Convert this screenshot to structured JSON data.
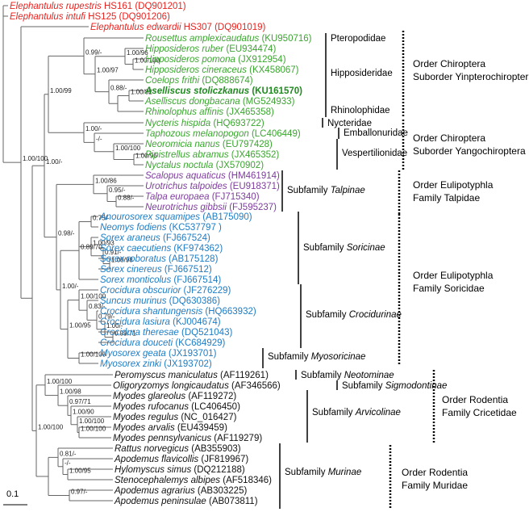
{
  "colors": {
    "outgroup": "#e8231f",
    "chiroptera": "#3aa52f",
    "target": "#1f8a1f",
    "talpidae": "#7e3c9e",
    "soricidae": "#1e7cc4",
    "rodentia": "#111111",
    "branch": "#666666"
  },
  "taxa": [
    {
      "sp": "Elephantulus rupestris",
      "acc": " HS161 (DQ901201)",
      "group": "outgroup"
    },
    {
      "sp": "Elephantulus intufi",
      "acc": " HS125 (DQ901206)",
      "group": "outgroup"
    },
    {
      "sp": "Elephantulus edwardii",
      "acc": " HS307 (DQ901019)",
      "group": "outgroup"
    },
    {
      "sp": "Rousettus amplexicaudatus",
      "acc": " (KU950716)",
      "group": "chiroptera"
    },
    {
      "sp": "Hipposideros ruber",
      "acc": " (EU934474)",
      "group": "chiroptera"
    },
    {
      "sp": "Hipposideros pomona",
      "acc": " (JX912954)",
      "group": "chiroptera"
    },
    {
      "sp": "Hipposideros cineraceus",
      "acc": " (KX458067)",
      "group": "chiroptera"
    },
    {
      "sp": "Coelops frithi",
      "acc": " (DQ888674)",
      "group": "chiroptera"
    },
    {
      "sp": "Aselliscus stoliczkanus",
      "acc": " (KU161570)",
      "group": "target",
      "bold": true
    },
    {
      "sp": "Aselliscus dongbacana",
      "acc": " (MG524933)",
      "group": "chiroptera"
    },
    {
      "sp": "Rhinolophus affinis",
      "acc": " (JX465358)",
      "group": "chiroptera"
    },
    {
      "sp": "Nycteris hispida",
      "acc": " (HQ693722)",
      "group": "chiroptera"
    },
    {
      "sp": "Taphozous melanopogon",
      "acc": " (LC406449)",
      "group": "chiroptera"
    },
    {
      "sp": "Neoromicia nanus",
      "acc": " (EU797428)",
      "group": "chiroptera"
    },
    {
      "sp": "Pipistrellus abramus",
      "acc": " (JX465352)",
      "group": "chiroptera"
    },
    {
      "sp": "Nyctalus noctula",
      "acc": " (JX570902)",
      "group": "chiroptera"
    },
    {
      "sp": "Scalopus aquaticus",
      "acc": " (HM461914)",
      "group": "talpidae"
    },
    {
      "sp": "Urotrichus talpoides",
      "acc": " (EU918371)",
      "group": "talpidae"
    },
    {
      "sp": "Talpa europaea",
      "acc": " (FJ715340)",
      "group": "talpidae"
    },
    {
      "sp": "Neurotrichus gibbsii",
      "acc": " (FJ595237)",
      "group": "talpidae"
    },
    {
      "sp": "Anourosorex squamipes",
      "acc": " (AB175090)",
      "group": "soricidae"
    },
    {
      "sp": "Neomys fodiens",
      "acc": " (KC537797 )",
      "group": "soricidae"
    },
    {
      "sp": "Sorex araneus",
      "acc": " (FJ667524)",
      "group": "soricidae"
    },
    {
      "sp": "Sorex caecutiens",
      "acc": " (KF974362)",
      "group": "soricidae"
    },
    {
      "sp": "Sorex roboratus",
      "acc": " (AB175128)",
      "group": "soricidae"
    },
    {
      "sp": "Sorex cinereus",
      "acc": " (FJ667512)",
      "group": "soricidae"
    },
    {
      "sp": "Sorex monticolus",
      "acc": " (FJ667514)",
      "group": "soricidae"
    },
    {
      "sp": "Crocidura obscurior",
      "acc": " (JF276229)",
      "group": "soricidae"
    },
    {
      "sp": "Suncus murinus",
      "acc": " (DQ630386)",
      "group": "soricidae"
    },
    {
      "sp": "Crocidura shantungensis",
      "acc": " (HQ663932)",
      "group": "soricidae"
    },
    {
      "sp": "Crocidura lasiura",
      "acc": " (KJ004674)",
      "group": "soricidae"
    },
    {
      "sp": "Crocidura theresae",
      "acc": " (DQ521043)",
      "group": "soricidae"
    },
    {
      "sp": "Crocidura douceti",
      "acc": " (KC684929)",
      "group": "soricidae"
    },
    {
      "sp": "Myosorex geata",
      "acc": " (JX193701)",
      "group": "soricidae"
    },
    {
      "sp": "Myosorex zinki",
      "acc": " (JX193702)",
      "group": "soricidae"
    },
    {
      "sp": "Peromyscus maniculatus",
      "acc": " (AF119261)",
      "group": "rodentia"
    },
    {
      "sp": "Oligoryzomys longicaudatus",
      "acc": " (AF346566)",
      "group": "rodentia"
    },
    {
      "sp": "Myodes glareolus",
      "acc": " (AF119272)",
      "group": "rodentia"
    },
    {
      "sp": "Myodes rufocanus",
      "acc": " (LC406450)",
      "group": "rodentia"
    },
    {
      "sp": "Myodes regulus",
      "acc": " (NC_016427)",
      "group": "rodentia"
    },
    {
      "sp": "Myodes arvalis",
      "acc": " (EU439459)",
      "group": "rodentia"
    },
    {
      "sp": "Myodes pennsylvanicus",
      "acc": " (AF119279)",
      "group": "rodentia"
    },
    {
      "sp": "Rattus norvegicus",
      "acc": " (AB355903)",
      "group": "rodentia"
    },
    {
      "sp": "Apodemus flavicollis",
      "acc": " (JF819967)",
      "group": "rodentia"
    },
    {
      "sp": "Hylomyscus simus",
      "acc": " (DQ212188)",
      "group": "rodentia"
    },
    {
      "sp": "Stenocephalemys albipes",
      "acc": " (AF518346)",
      "group": "rodentia"
    },
    {
      "sp": "Apodemus agrarius",
      "acc": " (AB303225)",
      "group": "rodentia"
    },
    {
      "sp": "Apodemus peninsulae",
      "acc": " (AB073811)",
      "group": "rodentia"
    }
  ],
  "support_values": [
    "1.00/100",
    "1.00/100",
    "1.00/99",
    "0.99/-",
    "1.00/96",
    "1.00/100",
    "1.00/97",
    "0.88/-",
    "1.00/100",
    "1.00/82",
    "1.00/-",
    "-/-",
    "1.00/100",
    "1.00/96",
    "1.00/-",
    "0.98/-",
    "1.00/86",
    "0.95/-",
    "0.88/-",
    "0.75/-",
    "0.89/70",
    "0.91/-",
    "1.00/93",
    "1.00/98",
    "1.00/-",
    "1.00/95",
    "1.00/100",
    "0.83/-",
    "0.79/-",
    "1.00/-",
    "0.99/71",
    "1.00/100",
    "1.00/100",
    "1.00/98",
    "0.97/71",
    "1.00/90",
    "1.00/100",
    "1.00/100",
    "0.81/-",
    "-/-",
    "1.00/95",
    "0.97/-"
  ],
  "families": [
    {
      "text": "Pteropodidae"
    },
    {
      "text": "Hipposideridae"
    },
    {
      "text": "Rhinolophidae"
    },
    {
      "text": "Nycteridae"
    },
    {
      "text": "Emballonuridae"
    },
    {
      "text": "Vespertilionidae"
    },
    {
      "prefix": "Subfamily ",
      "name": "Talpinae"
    },
    {
      "prefix": "Subfamily ",
      "name": "Soricinae"
    },
    {
      "prefix": "Subfamily ",
      "name": "Crocidurinae"
    },
    {
      "prefix": "Subfamily ",
      "name": "Myosoricinae"
    },
    {
      "prefix": "Subfamily ",
      "name": "Neotominae"
    },
    {
      "prefix": "Subfamily ",
      "name": "Sigmodontinae"
    },
    {
      "prefix": "Subfamily ",
      "name": "Arvicolinae"
    },
    {
      "prefix": "Subfamily ",
      "name": "Murinae"
    }
  ],
  "orders": [
    {
      "line1": "Order Chiroptera",
      "line2": "Suborder Yinpterochiroptera"
    },
    {
      "line1": "Order Chiroptera",
      "line2": "Suborder Yangochiroptera"
    },
    {
      "line1": "Order Eulipotyphla",
      "line2": "Family Talpidae"
    },
    {
      "line1": "Order Eulipotyphla",
      "line2": "Family Soricidae"
    },
    {
      "line1": "Order Rodentia",
      "line2": "Family Cricetidae"
    },
    {
      "line1": "Order Rodentia",
      "line2": "Family Muridae"
    }
  ],
  "scale_bar": "0.1"
}
